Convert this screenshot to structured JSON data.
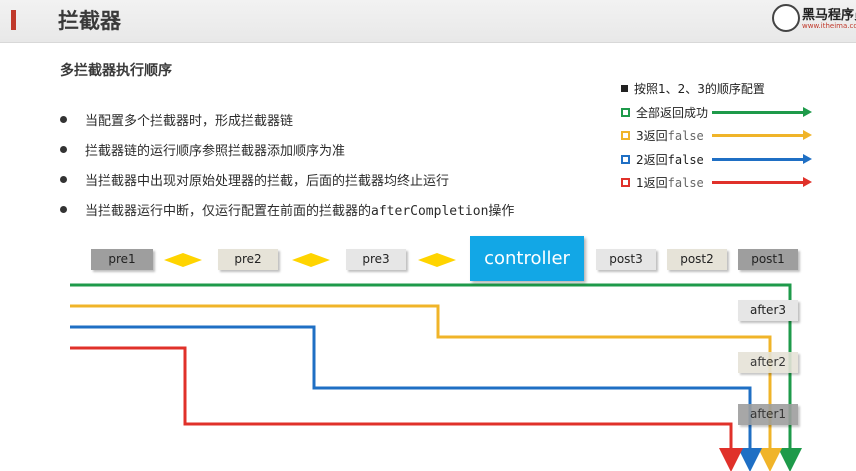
{
  "header": {
    "title": "拦截器",
    "logo_text": "黑马程序员",
    "logo_url": "www.itheima.com"
  },
  "subtitle": "多拦截器执行顺序",
  "bullets": [
    {
      "text": "当配置多个拦截器时，形成拦截器链"
    },
    {
      "text": "拦截器链的运行顺序参照拦截器添加顺序为准"
    },
    {
      "text": "当拦截器中出现对原始处理器的拦截，后面的拦截器均终止运行"
    },
    {
      "text_before": "当拦截器运行中断，仅运行配置在前面的拦截器的",
      "code": "afterCompletion",
      "text_after": "操作"
    }
  ],
  "legend": [
    {
      "label": "按照1、2、3的顺序配置",
      "color": "#222222",
      "filled": true
    },
    {
      "label": "全部返回成功",
      "color": "#1e9a4a",
      "filled": false
    },
    {
      "label_prefix": "3返回",
      "code": "false",
      "color": "#f0b429",
      "filled": false
    },
    {
      "label_prefix": "2返回",
      "code": "false",
      "color": "#1f6fc4",
      "filled": false
    },
    {
      "label_prefix": "1返回",
      "code": "false",
      "color": "#e0312a",
      "filled": false
    }
  ],
  "flow": {
    "pre": [
      "pre1",
      "pre2",
      "pre3"
    ],
    "controller": "controller",
    "post": [
      "post3",
      "post2",
      "post1"
    ],
    "after": [
      "after3",
      "after2",
      "after1"
    ]
  },
  "colors": {
    "green": "#1e9a4a",
    "yellow": "#f0b429",
    "blue": "#1f6fc4",
    "red": "#e0312a",
    "controller": "#12a7e6",
    "diamond": "#ffd400",
    "box_dark": "#9e9e9e",
    "box_light": "#e6e3d8"
  }
}
